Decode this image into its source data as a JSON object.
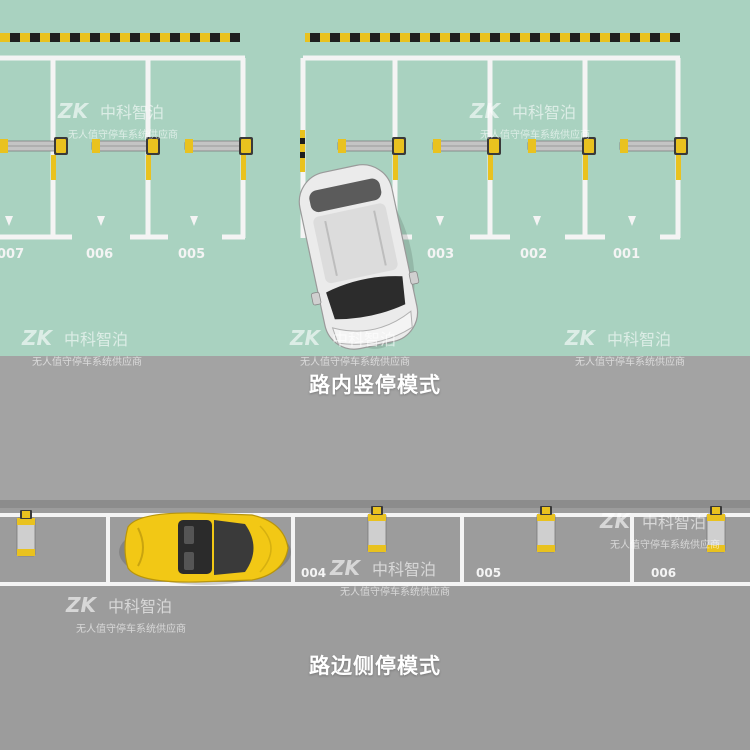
{
  "colors": {
    "upper_floor": "#a9d2c0",
    "lower_floor": "#9c9c9c",
    "lane": "#a3a3a3",
    "line_white": "#f4f4f4",
    "accent_yellow": "#e9c21f",
    "stripe_black": "#1f1f1f",
    "car_white": "#ebebeb",
    "car_yellow": "#f2c815"
  },
  "scene_upper": {
    "caption": "路内竖停模式",
    "slots": [
      "007",
      "006",
      "005",
      "003",
      "002",
      "001"
    ]
  },
  "scene_lower": {
    "caption": "路边侧停模式",
    "slots": [
      "004",
      "005",
      "006"
    ]
  },
  "watermark": {
    "brand": "中科智泊",
    "tagline": "无人值守停车系统供应商"
  }
}
